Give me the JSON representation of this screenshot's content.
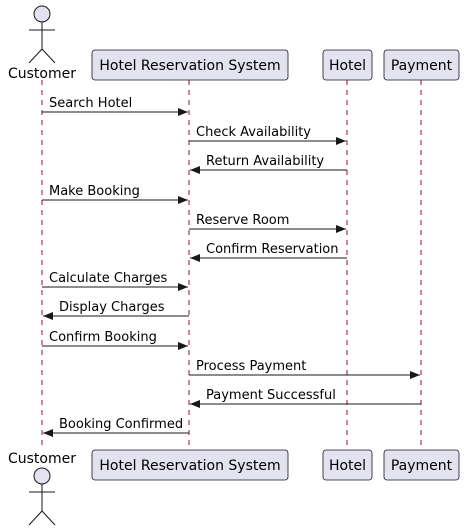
{
  "participants": [
    {
      "id": "customer",
      "label": "Customer",
      "kind": "actor"
    },
    {
      "id": "system",
      "label": "Hotel Reservation System",
      "kind": "participant"
    },
    {
      "id": "hotel",
      "label": "Hotel",
      "kind": "participant"
    },
    {
      "id": "payment",
      "label": "Payment",
      "kind": "participant"
    }
  ],
  "messages": [
    {
      "from": "customer",
      "to": "system",
      "label": "Search Hotel"
    },
    {
      "from": "system",
      "to": "hotel",
      "label": "Check Availability"
    },
    {
      "from": "hotel",
      "to": "system",
      "label": "Return Availability"
    },
    {
      "from": "customer",
      "to": "system",
      "label": "Make Booking"
    },
    {
      "from": "system",
      "to": "hotel",
      "label": "Reserve Room"
    },
    {
      "from": "hotel",
      "to": "system",
      "label": "Confirm Reservation"
    },
    {
      "from": "customer",
      "to": "system",
      "label": "Calculate Charges"
    },
    {
      "from": "system",
      "to": "customer",
      "label": "Display Charges"
    },
    {
      "from": "customer",
      "to": "system",
      "label": "Confirm Booking"
    },
    {
      "from": "system",
      "to": "payment",
      "label": "Process Payment"
    },
    {
      "from": "payment",
      "to": "system",
      "label": "Payment Successful"
    },
    {
      "from": "system",
      "to": "customer",
      "label": "Booking Confirmed"
    }
  ],
  "colors": {
    "participant_fill": "#e2e2f0",
    "border": "#181818",
    "lifeline": "#a80036"
  }
}
